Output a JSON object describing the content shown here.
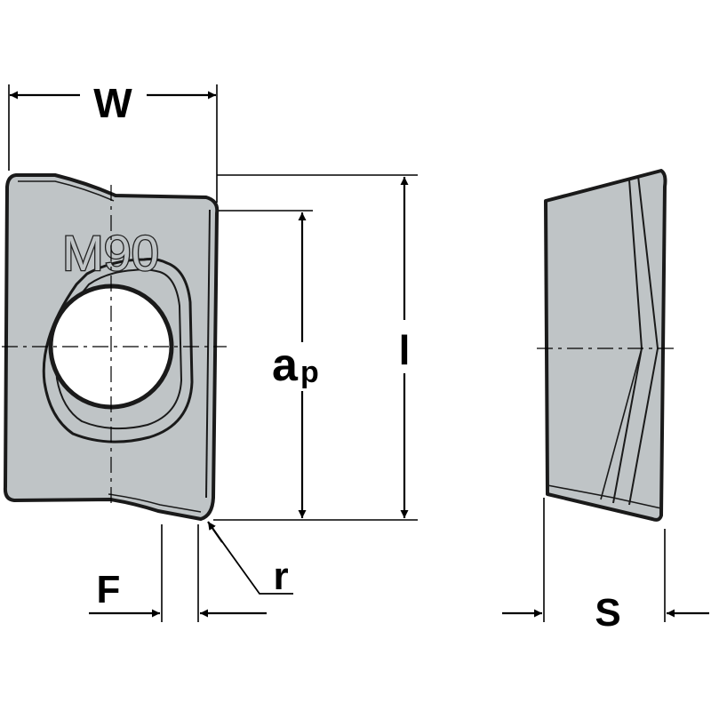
{
  "diagram": {
    "labels": {
      "width": "W",
      "depth_of_cut_main": "a",
      "depth_of_cut_sub": "p",
      "length": "l",
      "facet": "F",
      "radius": "r",
      "thickness": "S"
    },
    "insert_marking": "M90",
    "colors": {
      "insert_fill": "#bfc4c6",
      "outline": "#1a1a1a",
      "dimension_line": "#000000",
      "background": "#ffffff"
    }
  }
}
